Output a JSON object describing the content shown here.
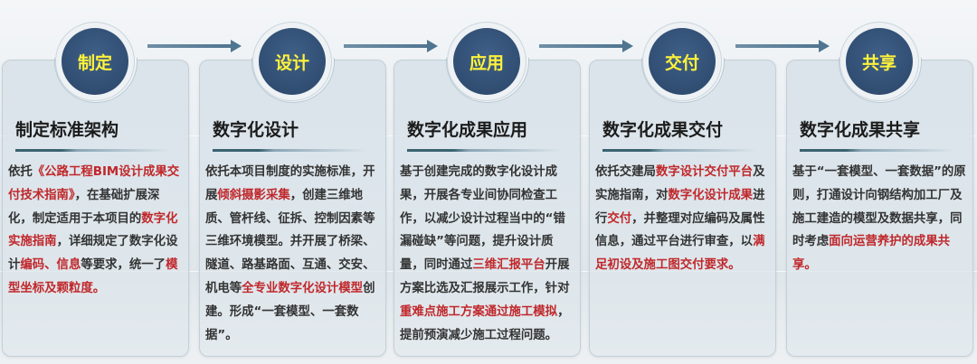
{
  "stages": [
    {
      "badge": "制定",
      "title": "制定标准架构",
      "body": [
        {
          "t": "依托",
          "red": false
        },
        {
          "t": "《公路工程BIM设计成果交付技术指南》",
          "red": true
        },
        {
          "t": "，在基础扩展深化，制定适用于本项目的",
          "red": false
        },
        {
          "t": "数字化实施指南",
          "red": true
        },
        {
          "t": "，详细规定了数字化设计",
          "red": false
        },
        {
          "t": "编码、信息",
          "red": true
        },
        {
          "t": "等要求，统一了",
          "red": false
        },
        {
          "t": "模型坐标及颗粒度。",
          "red": true
        }
      ]
    },
    {
      "badge": "设计",
      "title": "数字化设计",
      "body": [
        {
          "t": "依托本项目制度的实施标准，开展",
          "red": false
        },
        {
          "t": "倾斜摄影采集",
          "red": true
        },
        {
          "t": "，创建三维地质、管杆线、征拆、控制因素等三维环境模型。并开展了桥梁、隧道、路基路面、互通、交安、机电等",
          "red": false
        },
        {
          "t": "全专业数字化设计模型",
          "red": true
        },
        {
          "t": "创建。形成“一套模型、一套数据”。",
          "red": false
        }
      ]
    },
    {
      "badge": "应用",
      "title": "数字化成果应用",
      "body": [
        {
          "t": "基于创建完成的数字化设计成果，开展各专业间协同检查工作，以减少设计过程当中的“错漏碰缺”等问题，提升设计质量，同时通过",
          "red": false
        },
        {
          "t": "三维汇报平台",
          "red": true
        },
        {
          "t": "开展方案比选及汇报展示工作，针对",
          "red": false
        },
        {
          "t": "重难点施工方案通过施工模拟",
          "red": true
        },
        {
          "t": "，提前预演减少施工过程问题。",
          "red": false
        }
      ]
    },
    {
      "badge": "交付",
      "title": "数字化成果交付",
      "body": [
        {
          "t": "依托交建局",
          "red": false
        },
        {
          "t": "数字设计交付平台",
          "red": true
        },
        {
          "t": "及实施指南，对",
          "red": false
        },
        {
          "t": "数字化设计成果",
          "red": true
        },
        {
          "t": "进行",
          "red": false
        },
        {
          "t": "交付",
          "red": true
        },
        {
          "t": "，并整理对应编码及属性信息，通过平台进行审查，以",
          "red": false
        },
        {
          "t": "满足初设及施工图交付要求。",
          "red": true
        }
      ]
    },
    {
      "badge": "共享",
      "title": "数字化成果共享",
      "body": [
        {
          "t": "基于“一套模型、一套数据”的原则，打通设计向钢结构加工厂及施工建造的模型及数据共享，同时考虑",
          "red": false
        },
        {
          "t": "面向运营养护的成果共享。",
          "red": true
        }
      ]
    }
  ]
}
